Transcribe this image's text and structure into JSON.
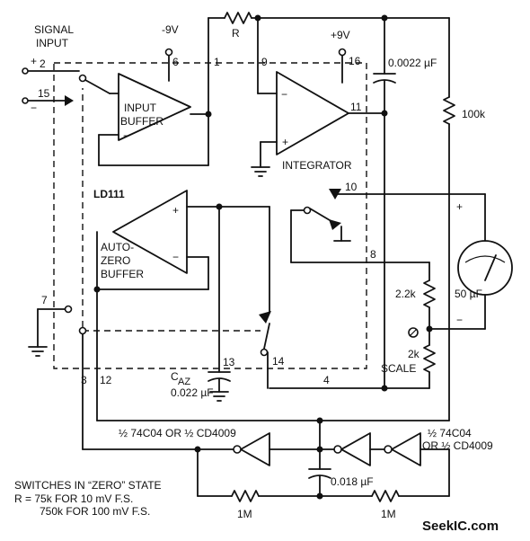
{
  "labels": {
    "signal_input_1": "SIGNAL",
    "signal_input_2": "INPUT",
    "minus9v": "-9V",
    "plus9v": "+9V",
    "r": "R",
    "cap_0022": "0.0022 µF",
    "res_100k": "100k",
    "input_buffer_1": "INPUT",
    "input_buffer_2": "BUFFER",
    "integrator": "INTEGRATOR",
    "ld111": "LD111",
    "autozero_1": "AUTO-",
    "autozero_2": "ZERO",
    "autozero_3": "BUFFER",
    "res_22k": "2.2k",
    "res_2k": "2k",
    "scale": "SCALE",
    "meter_cap": "50 µF",
    "caz_c": "C",
    "caz_sub": "AZ",
    "caz_val": "0.022 µF",
    "inverter_left": "½ 74C04 OR ½ CD4009",
    "inverter_right_1": "½ 74C04",
    "inverter_right_2": "OR ½ CD4009",
    "cap_018": "0.018 µF",
    "res_1m_a": "1M",
    "res_1m_b": "1M",
    "note_1": "SWITCHES IN “ZERO” STATE",
    "note_2": "R = 75k FOR 10 mV F.S.",
    "note_3": "750k FOR 100 mV F.S.",
    "watermark": "SeekIC.com"
  },
  "pins": {
    "p1": "1",
    "p2": "2",
    "p3": "3",
    "p6": "6",
    "p7": "7",
    "p8": "8",
    "p9": "9",
    "p10": "10",
    "p11": "11",
    "p12": "12",
    "p13": "13",
    "p14": "14",
    "p15": "15",
    "p16": "16",
    "p4": "4"
  },
  "symbols": {
    "plus": "+",
    "minus": "−"
  }
}
